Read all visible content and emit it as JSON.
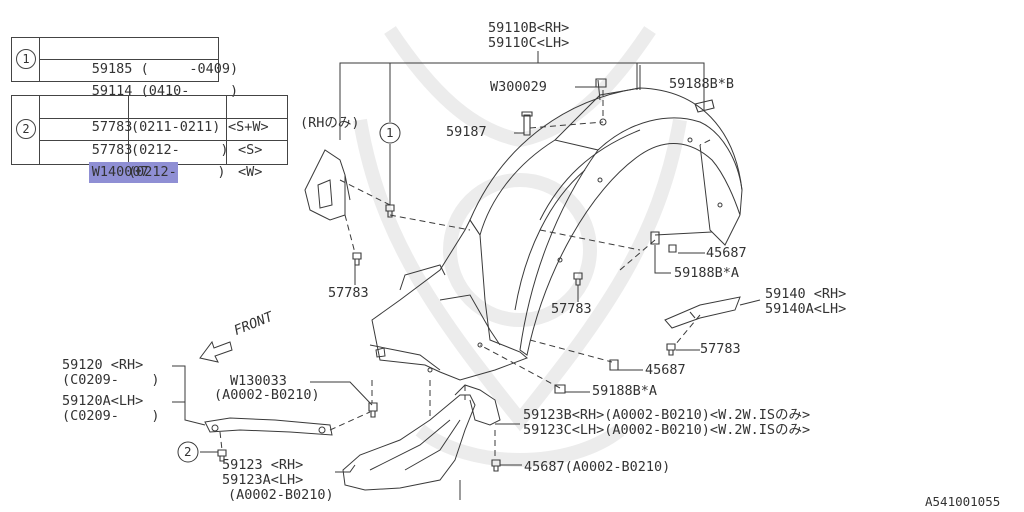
{
  "legend": {
    "group1": {
      "ref": "1",
      "rows": [
        {
          "part": "59185",
          "range": "(     -0409)"
        },
        {
          "part": "59114",
          "range": "(0410-     )"
        }
      ]
    },
    "group2": {
      "ref": "2",
      "rows": [
        {
          "part": "57783",
          "range": "(0211-0211)",
          "variant": "<S+W>",
          "highlighted": false
        },
        {
          "part": "57783",
          "range": "(0212-     )",
          "variant": "<S>",
          "highlighted": false
        },
        {
          "part": "W140007",
          "range": "(0212-     )",
          "variant": "<W>",
          "highlighted": true
        }
      ]
    }
  },
  "callouts": {
    "p59110b": "59110B<RH>",
    "p59110c": "59110C<LH>",
    "w300029": "W300029",
    "p59188bb": "59188B*B",
    "rh_only": "(RHのみ)",
    "ref1": "1",
    "p59187": "59187",
    "p45687_a": "45687",
    "p59188ba_a": "59188B*A",
    "p57783_a": "57783",
    "p57783_b": "57783",
    "p59140": "59140 <RH>",
    "p59140a": "59140A<LH>",
    "p57783_c": "57783",
    "p45687_b": "45687",
    "front": "FRONT",
    "p59188ba_b": "59188B*A",
    "w130033": "W130033",
    "w130033_range": "(A0002-B0210)",
    "p59120": "59120 <RH>",
    "p59120_range": "(C0209-    )",
    "p59120a": "59120A<LH>",
    "p59120a_range": "(C0209-    )",
    "p59123b": "59123B<RH>(A0002-B0210)<W.2W.ISのみ>",
    "p59123c": "59123C<LH>(A0002-B0210)<W.2W.ISのみ>",
    "ref2": "2",
    "p59123": "59123 <RH>",
    "p59123a": "59123A<LH>",
    "p59123_range": "(A0002-B0210)",
    "p45687_c": "45687(A0002-B0210)",
    "drawing_code": "A541001055"
  },
  "colors": {
    "line": "#3a3a3a",
    "highlight": "#8f8fd4",
    "watermark": "#ededed"
  }
}
